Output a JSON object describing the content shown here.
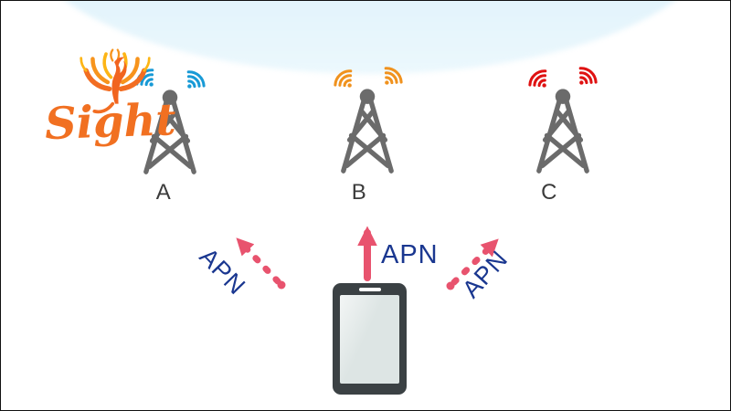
{
  "colors": {
    "sky_blue": "#ddf1fa",
    "tower_gray": "#6b6b6b",
    "arrow_pink": "#e8536e",
    "apn_navy": "#1a3790",
    "logo_orange": "#f17021",
    "phone_body": "#3b4144",
    "phone_screen": "#dde5e4"
  },
  "logo": {
    "brand": "Sight",
    "icon": "phoenix-icon"
  },
  "towers": [
    {
      "label": "A",
      "signal_color": "#189ad6",
      "signal_name": "blue-wifi-waves"
    },
    {
      "label": "B",
      "signal_color": "#f0921e",
      "signal_name": "orange-wifi-waves"
    },
    {
      "label": "C",
      "signal_color": "#df1212",
      "signal_name": "red-wifi-waves"
    }
  ],
  "connections": [
    {
      "label": "APN",
      "target_tower": "A",
      "arrow_style": "dashed",
      "direction": "up-left"
    },
    {
      "label": "APN",
      "target_tower": "B",
      "arrow_style": "solid",
      "direction": "up"
    },
    {
      "label": "APN",
      "target_tower": "C",
      "arrow_style": "dashed",
      "direction": "up-right"
    }
  ],
  "device": {
    "name": "smartphone"
  }
}
